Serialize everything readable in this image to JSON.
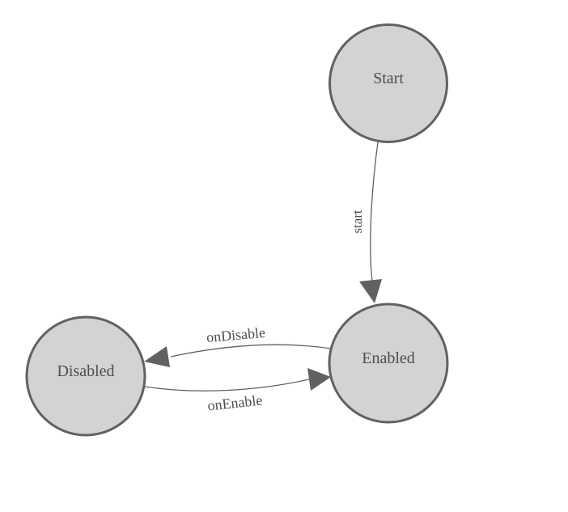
{
  "diagram": {
    "type": "state-machine",
    "colors": {
      "background": "#ffffff",
      "node_fill": "#d3d3d3",
      "node_stroke": "#616161",
      "edge_stroke": "#616161",
      "arrowhead_fill": "#616161",
      "label_text": "#4e4e4e"
    },
    "nodes": [
      {
        "id": "start",
        "label": "Start"
      },
      {
        "id": "enabled",
        "label": "Enabled"
      },
      {
        "id": "disabled",
        "label": "Disabled"
      }
    ],
    "edges": [
      {
        "id": "start-transition",
        "label": "start",
        "from": "start",
        "to": "enabled"
      },
      {
        "id": "on-disable-transition",
        "label": "onDisable",
        "from": "enabled",
        "to": "disabled"
      },
      {
        "id": "on-enable-transition",
        "label": "onEnable",
        "from": "disabled",
        "to": "enabled"
      }
    ]
  }
}
